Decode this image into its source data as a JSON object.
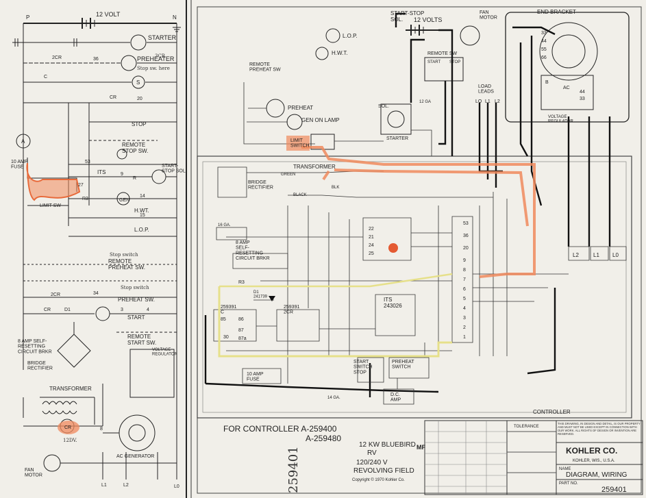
{
  "ladder": {
    "battery_label": "12 VOLT",
    "rails": [
      "P",
      "N"
    ],
    "starter": "STARTER",
    "preheater": "PREHEATER",
    "s_coil": "S",
    "stop": "STOP",
    "remote_stop_sw": "REMOTE\nSTOP SW.",
    "start_sol": "START-\nSTOP SOL.",
    "fuse_10a": "10 AMP\nFUSE",
    "limit_sw": "LIMIT SW",
    "its": "ITS",
    "gen": "GEN",
    "hwt": "H.WT.",
    "lop": "L.O.P.",
    "remote_preheat_sw": "REMOTE\nPREHEAT SW.",
    "preheat_sw": "PREHEAT SW.",
    "start": "START",
    "remote_start_sw": "REMOTE\nSTART SW.",
    "breaker_8a": "8 AMP SELF-\nRESETTING\nCIRCUIT BRKR",
    "bridge_rectifier": "BRIDGE\nRECTIFIER",
    "transformer": "TRANSFORMER",
    "cr_coil": "CR",
    "cr_note": "12DV.",
    "ac_generator": "AC GENERATOR",
    "fan_motor": "FAN\nMOTOR",
    "voltage_regulator": "VOLTAGE\nREGULATOR",
    "ammeter": "A",
    "contacts": [
      "2CR",
      "36",
      "C",
      "20",
      "CR",
      "CR",
      "D1",
      "2CR",
      "34",
      "53",
      "27",
      "9",
      "R",
      "R3",
      "14",
      "15",
      "3",
      "4",
      "8",
      "L1",
      "L2",
      "L0"
    ],
    "handwritten": [
      "Stop sw. here",
      "Stop switch",
      "Stop switch",
      "3CR"
    ]
  },
  "wiring": {
    "start_stop_sol": "START-STOP\nSOL.",
    "battery": "12 VOLTS",
    "lop": "L.O.P.",
    "hwt": "H.W.T.",
    "fan_motor": "FAN\nMOTOR",
    "end_bracket": "END BRACKET",
    "remote_preheat_sw": "REMOTE\nPREHEAT SW",
    "remote_sw": "REMOTE SW",
    "remote_sw_positions": [
      "START",
      "STOP"
    ],
    "load_leads": "LOAD\nLEADS",
    "load_lead_ids": [
      "LO",
      "L1",
      "L2"
    ],
    "preheat": "PREHEAT",
    "gen_on_lamp": "GEN ON LAMP",
    "limit_switch": "LIMIT\nSWITCH",
    "sol": "SOL.",
    "starter": "STARTER",
    "transformer": "TRANSFORMER",
    "green": "GREEN",
    "blk": "BLK",
    "black": "BLACK",
    "bridge_rectifier": "BRIDGE\nRECTIFIER",
    "breaker": "8 AMP\nSELF-\nRESETTING\nCIRCUIT BRKR",
    "gauge_16ga": "16 GA.",
    "gauge_14ga": "14 GA.",
    "gauge_12ga": "12 GA",
    "r3": "R3",
    "d1": "D1\n241739",
    "relay_1": "259391\nC",
    "relay_2": "259391\n2CR",
    "its": "ITS\n243026",
    "start_switch": "START\nSWITCH\nSTOP",
    "preheat_switch": "PREHEAT\nSWITCH",
    "fuse": "10 AMP\nFUSE",
    "dc_amp": "D.C.\nAMP",
    "controller": "CONTROLLER",
    "end_terminals": [
      "33",
      "44",
      "55",
      "66"
    ],
    "reg_terminals": [
      "B",
      "AC",
      "44",
      "33"
    ],
    "terminal_strip": [
      "1",
      "2",
      "3",
      "4",
      "5",
      "6",
      "7",
      "8",
      "9",
      "20",
      "36",
      "53"
    ],
    "tb2": [
      "25",
      "24",
      "21",
      "22"
    ],
    "relay_pins": [
      "85",
      "86",
      "87",
      "87a",
      "30"
    ],
    "big_terminals": [
      "L2",
      "L1",
      "L0"
    ]
  },
  "title_block": {
    "for_controller": "FOR CONTROLLER A-259400",
    "controller_alt": "A-259480",
    "model_line1": "12 KW BLUEBIRD",
    "model_line2": "RV",
    "model_line3": "120/240 V",
    "model_line4": "REVOLVING FIELD",
    "copyright": "Copyright © 1970 Kohler Co.",
    "company": "KOHLER CO.",
    "company_sub": "KOHLER, WIS., U.S.A.",
    "name_label": "NAME",
    "drawing_name": "DIAGRAM, WIRING",
    "part_no_label": "PART NO.",
    "part_no": "259401",
    "tolerance": "TOLERANCE",
    "notice": "THIS DRAWING, IN DESIGN AND DETAIL, IS OUR PROPERTY AND MUST NOT BE USED EXCEPT IN CONNECTION WITH OUR WORK. ALL RIGHTS OF DESIGN OR INVENTION ARE RESERVED.",
    "handwritten_no": "259401",
    "side_mark": "MF"
  },
  "colors": {
    "paper": "#f1efe9",
    "ink": "#1a1a1a",
    "highlight_orange": "#f08a5d",
    "highlight_yellow": "#e6e08a"
  }
}
